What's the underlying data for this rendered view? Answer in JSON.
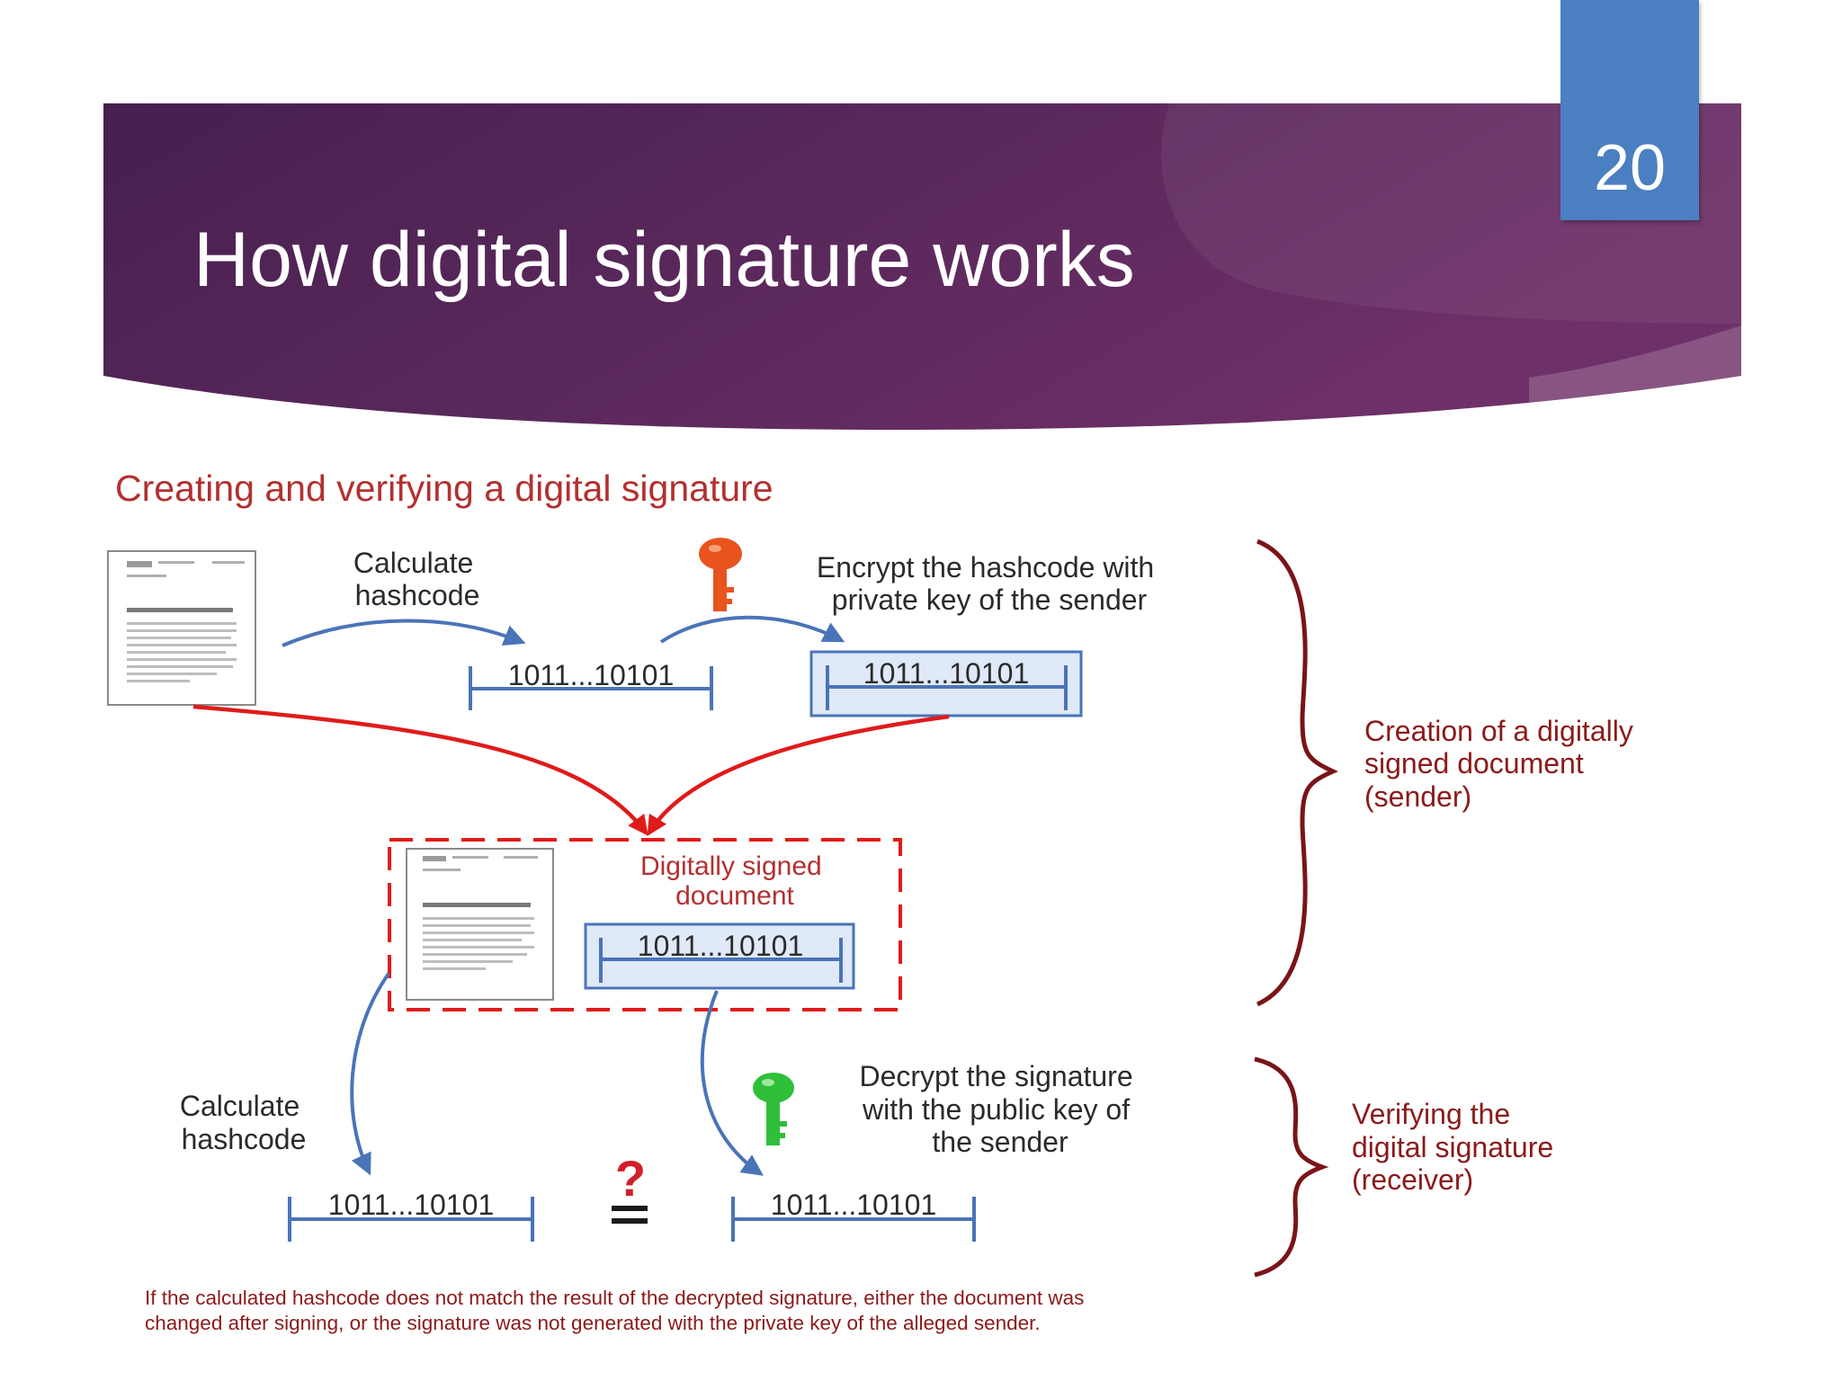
{
  "slide": {
    "number": "20",
    "title": "How digital signature works"
  },
  "diagram": {
    "heading": "Creating and verifying a digital signature",
    "hash_value": "1011...10101",
    "sender": {
      "calc_hash_label": [
        "Calculate",
        "hashcode"
      ],
      "encrypt_label": [
        "Encrypt the hashcode with",
        "private key of the sender"
      ],
      "signed_doc_label": [
        "Digitally signed",
        "document"
      ],
      "brace_label": [
        "Creation of a digitally",
        "signed document",
        "(sender)"
      ]
    },
    "receiver": {
      "calc_hash_label": [
        "Calculate",
        "hashcode"
      ],
      "decrypt_label": [
        "Decrypt the signature",
        "with the public key of",
        "the sender"
      ],
      "compare_symbol": "?",
      "brace_label": [
        "Verifying the",
        "digital signature",
        "(receiver)"
      ]
    },
    "footnote": [
      "If the calculated hashcode does not match the result of the decrypted signature, either the document was",
      "changed after signing, or the signature was not generated with the private key of the alleged sender."
    ]
  },
  "colors": {
    "banner_dark": "#4a2454",
    "banner_mid": "#6a2e66",
    "slide_number_box": "#4a7fc1",
    "heading_red": "#b33030",
    "red_arrow": "#e01b1b",
    "blue_arrow": "#4a74b8",
    "private_key": "#e8531e",
    "public_key": "#2fbf3a",
    "brace": "#7a1418",
    "dark_red_text": "#8b1a1a"
  }
}
